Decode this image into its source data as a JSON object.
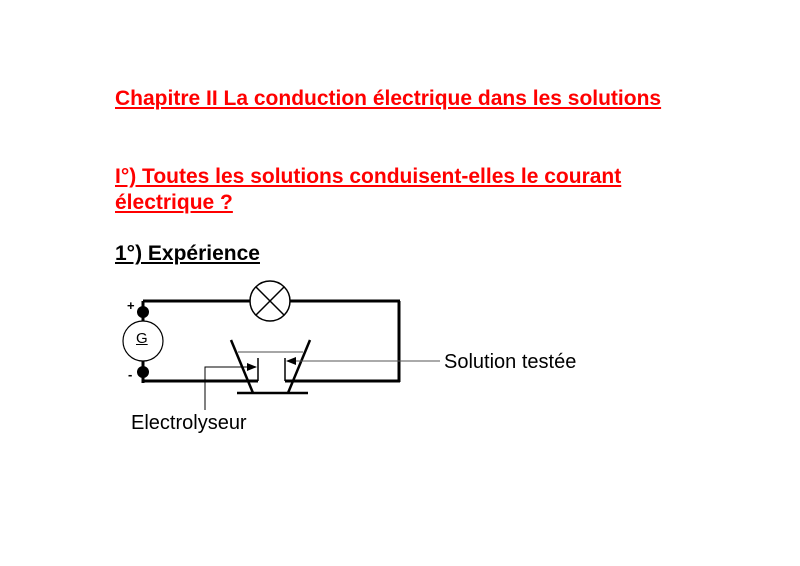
{
  "chapter_title": "Chapitre II La conduction électrique dans les solutions",
  "section_title": "I°) Toutes les solutions conduisent-elles le courant électrique ?",
  "subsection_title": "1°) Expérience",
  "diagram": {
    "generator_label": "G",
    "plus": "+",
    "minus": "-",
    "label_solution": "Solution testée",
    "label_electrolyseur": "Electrolyseur"
  },
  "colors": {
    "heading": "#ff0000",
    "text": "#000000"
  }
}
